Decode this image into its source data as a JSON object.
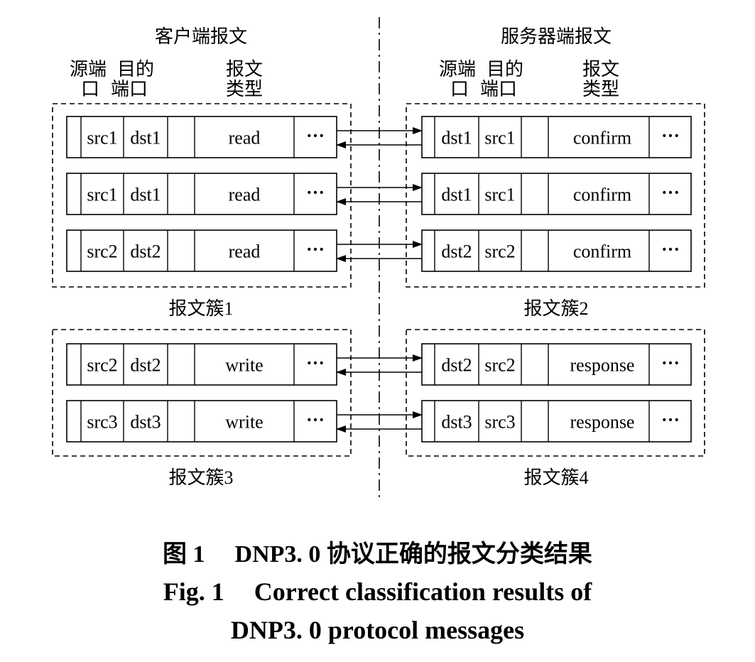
{
  "headers": {
    "client": "客户端报文",
    "server": "服务器端报文",
    "src_port": [
      "源端",
      "口"
    ],
    "dst_port": [
      "目的",
      "端口"
    ],
    "msg_type": [
      "报文",
      "类型"
    ]
  },
  "clusters": [
    {
      "label": "报文簇1",
      "client": [
        {
          "src": "src1",
          "dst": "dst1",
          "type": "read",
          "more": "···"
        },
        {
          "src": "src1",
          "dst": "dst1",
          "type": "read",
          "more": "···"
        },
        {
          "src": "src2",
          "dst": "dst2",
          "type": "read",
          "more": "···"
        }
      ]
    },
    {
      "label": "报文簇2",
      "server": [
        {
          "src": "dst1",
          "dst": "src1",
          "type": "confirm",
          "more": "···"
        },
        {
          "src": "dst1",
          "dst": "src1",
          "type": "confirm",
          "more": "···"
        },
        {
          "src": "dst2",
          "dst": "src2",
          "type": "confirm",
          "more": "···"
        }
      ]
    },
    {
      "label": "报文簇3",
      "client": [
        {
          "src": "src2",
          "dst": "dst2",
          "type": "write",
          "more": "···"
        },
        {
          "src": "src3",
          "dst": "dst3",
          "type": "write",
          "more": "···"
        }
      ]
    },
    {
      "label": "报文簇4",
      "server": [
        {
          "src": "dst2",
          "dst": "src2",
          "type": "response",
          "more": "···"
        },
        {
          "src": "dst3",
          "dst": "src3",
          "type": "response",
          "more": "···"
        }
      ]
    }
  ],
  "caption": {
    "cn_fig": "图 1",
    "cn_text": "DNP3. 0 协议正确的报文分类结果",
    "en_fig": "Fig. 1",
    "en_line1": "Correct classification results of",
    "en_line2": "DNP3. 0 protocol messages"
  }
}
